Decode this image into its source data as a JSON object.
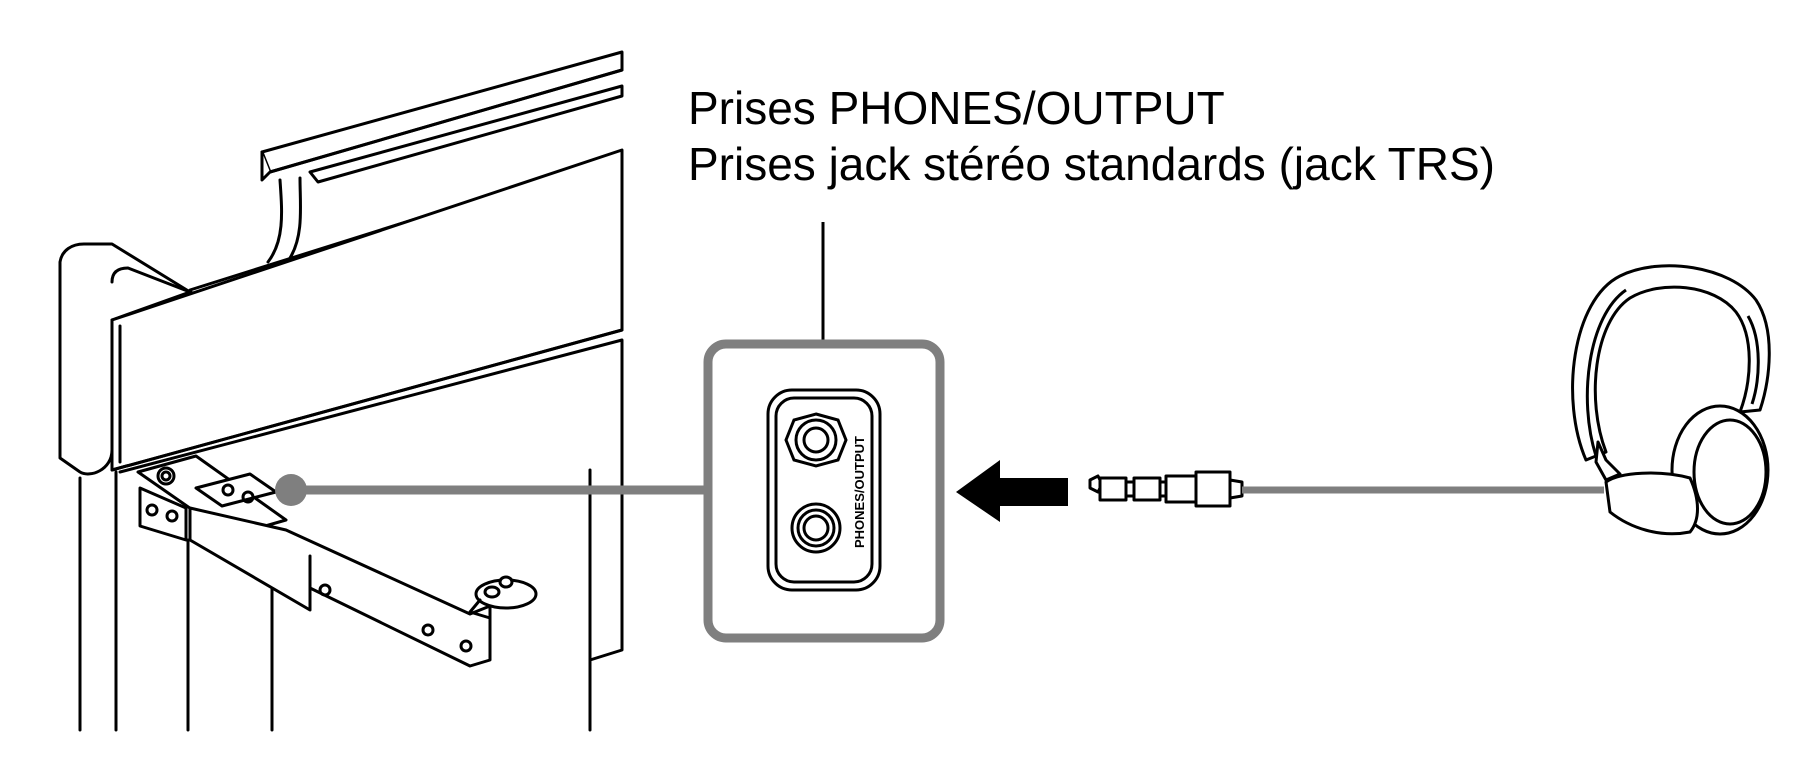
{
  "callout": {
    "line1": "Prises PHONES/OUTPUT",
    "line2": "Prises jack stéréo standards (jack TRS)"
  },
  "jack_panel": {
    "label": "PHONES/OUTPUT"
  },
  "colors": {
    "line": "#000000",
    "cable_gray": "#7f7f7f",
    "background": "#ffffff"
  },
  "icons": {
    "piano": "digital-piano-icon",
    "headphones": "headphones-icon",
    "plug": "stereo-plug-icon",
    "arrow": "arrow-left-icon"
  }
}
